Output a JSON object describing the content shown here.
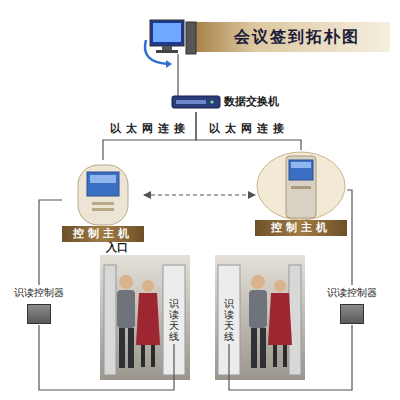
{
  "diagram": {
    "title": "会议签到拓朴图",
    "nodes": [
      {
        "text": [
          "数据交换机"
        ]
      },
      {
        "text": [
          "控制主机"
        ]
      },
      {
        "text": [
          "控制主机"
        ]
      },
      {
        "text": [
          "识读控制器"
        ]
      },
      {
        "text": [
          "识读天线"
        ]
      },
      {
        "text": [
          "识读天线"
        ]
      },
      {
        "text": [
          "识读控制器"
        ]
      }
    ],
    "edges": [
      {
        "from": 0,
        "to": 1,
        "label": "以太网连接",
        "arrow": "none"
      },
      {
        "from": 0,
        "to": 2,
        "label": "以太网连接",
        "arrow": "none"
      },
      {
        "from": 1,
        "to": 2,
        "arrow": "both"
      },
      {
        "from": 1,
        "to": 3,
        "arrow": "none"
      },
      {
        "from": 2,
        "to": 6,
        "arrow": "none"
      },
      {
        "from": 3,
        "to": 4,
        "arrow": "none"
      },
      {
        "from": 6,
        "to": 5,
        "arrow": "none"
      }
    ],
    "labels": [
      "入口"
    ]
  }
}
